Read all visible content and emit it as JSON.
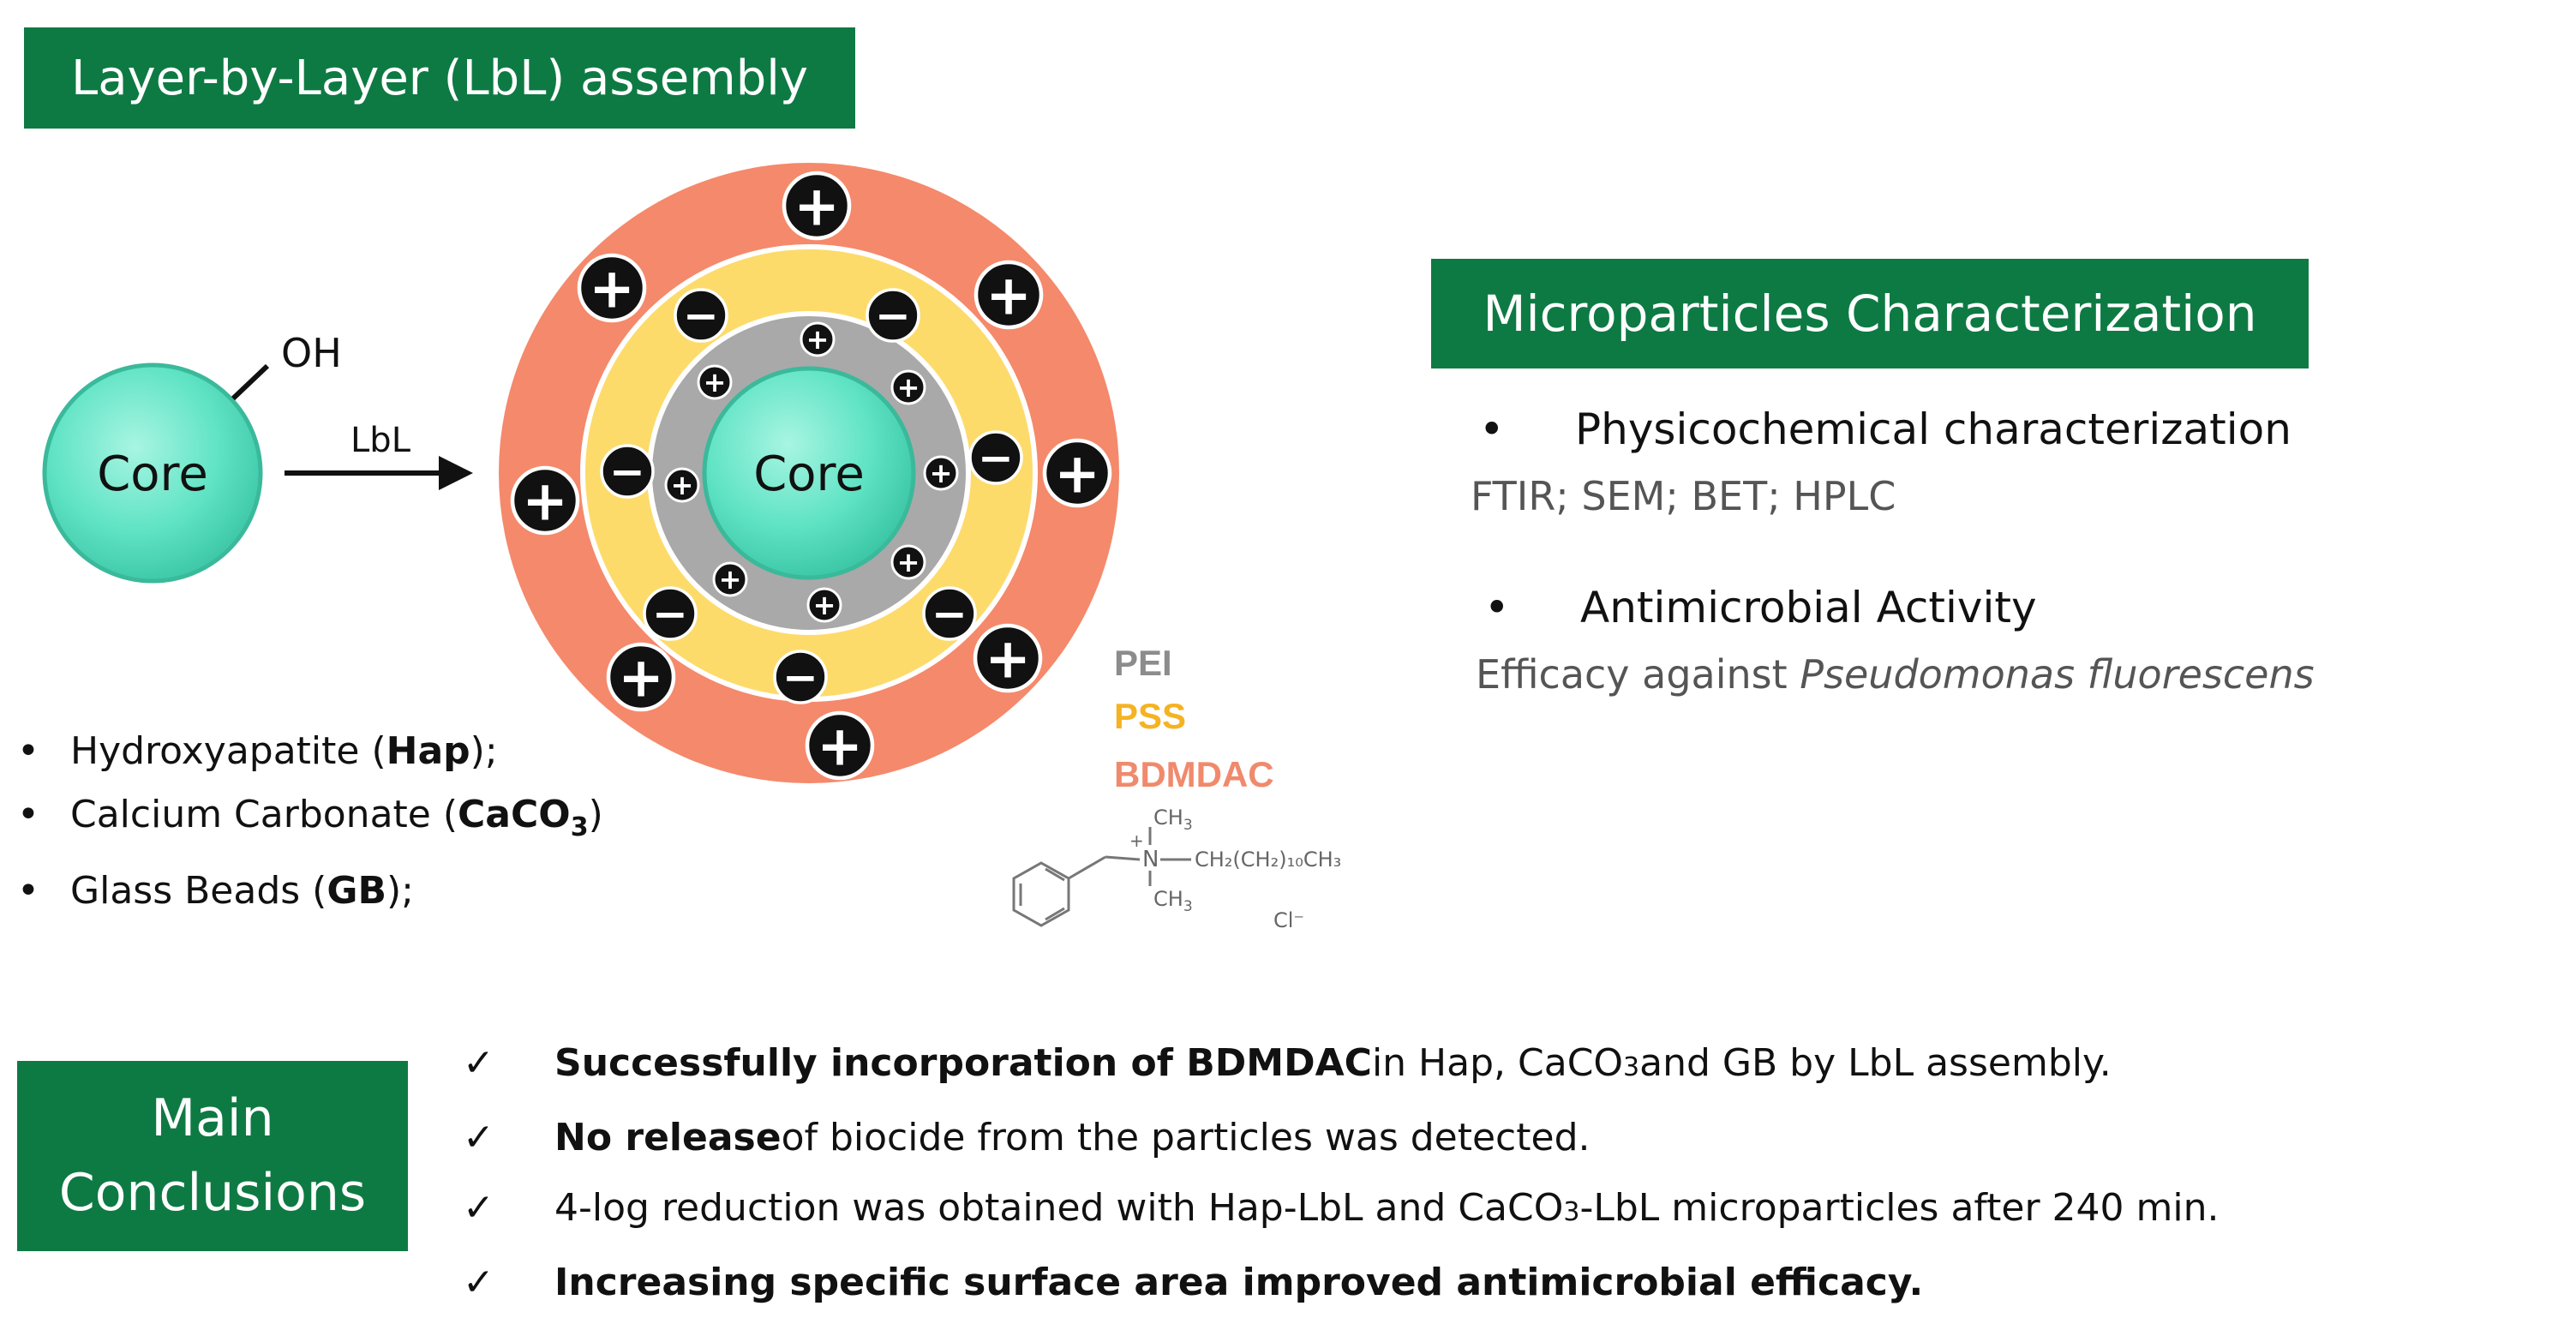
{
  "lbl_title": "Layer-by-Layer (LbL) assembly",
  "char_title": "Microparticles Characterization",
  "concl_title": [
    "Main",
    "Conclusions"
  ],
  "diagram": {
    "core_label": "Core",
    "oh_label": "OH",
    "arrow_label": "LbL",
    "plus_symbol": "+",
    "minus_symbol": "−"
  },
  "core_materials": {
    "bullet": "•",
    "hap": {
      "prefix": "Hydroxyapatite (",
      "abbr": "Hap",
      "suffix": ");"
    },
    "caco3": {
      "prefix": "Calcium Carbonate (",
      "abbr": "CaCO",
      "sub": "3",
      "suffix": ")"
    },
    "gb": {
      "prefix": "Glass Beads (",
      "abbr": "GB",
      "suffix": ");"
    }
  },
  "legend": {
    "pei": {
      "label": "PEI",
      "color": "#8c8c8c"
    },
    "pss": {
      "label": "PSS",
      "color": "#f5b323"
    },
    "bdmdac": {
      "label": "BDMDAC",
      "color": "#f08a6c"
    }
  },
  "chem_structure": {
    "ch3_top": "CH",
    "ch3_bottom": "CH",
    "three": "3",
    "n": "N",
    "n_charge": "+",
    "chain": "CH₂(CH₂)₁₀CH₃",
    "chloride": "Cl⁻"
  },
  "characterization": {
    "bullet": "•",
    "physico_head": "Physicochemical characterization",
    "physico_methods": "FTIR; SEM; BET; HPLC",
    "antimicrobial_head": "Antimicrobial Activity",
    "antimicrobial_text": "Efficacy against ",
    "antimicrobial_organism": "Pseudomonas fluorescens"
  },
  "conclusions": {
    "check": "✓",
    "c1": {
      "bold": "Successfully incorporation of BDMDAC",
      "text1": " in Hap, CaCO",
      "sub": "3",
      "text2": " and GB by LbL assembly."
    },
    "c2": {
      "bold": "No release",
      "text": " of biocide from the particles was detected."
    },
    "c3": {
      "text1": "4-log reduction was obtained with Hap-LbL and CaCO",
      "sub": "3",
      "text2": " -LbL microparticles after 240 min."
    },
    "c4": {
      "bold": "Increasing specific surface area improved antimicrobial efficacy."
    }
  },
  "colors": {
    "green_box": "#0e7a43",
    "core_fill": "#5fe3c4",
    "outer_ring": "#f5896b",
    "middle_ring": "#fddb6b",
    "inner_ring": "#a9a9a9"
  }
}
